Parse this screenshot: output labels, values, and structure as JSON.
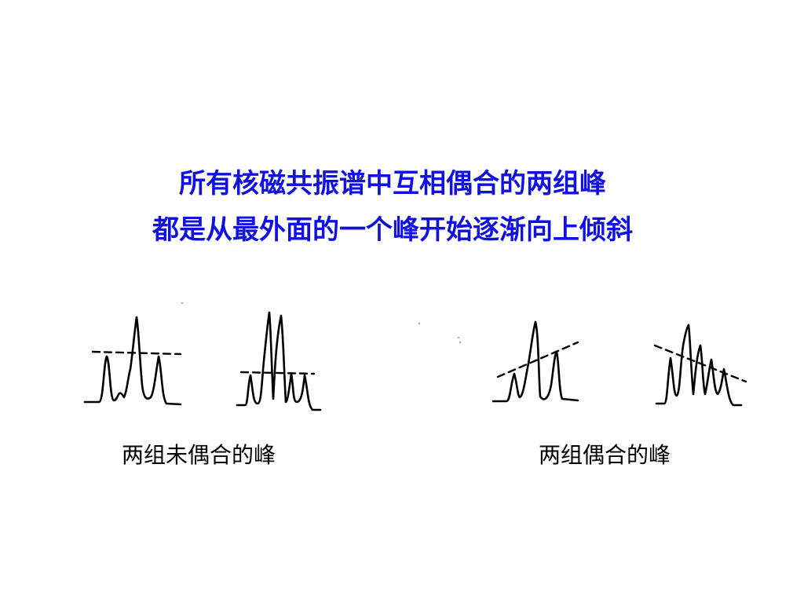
{
  "slide": {
    "title_line1": "所有核磁共振谱中互相偶合的两组峰",
    "title_line2": "都是从最外面的一个峰开始逐渐向上倾斜",
    "caption_uncoupled": "两组未偶合的峰",
    "caption_coupled": "两组偶合的峰"
  },
  "colors": {
    "title": "#1010e0",
    "ink": "#000000"
  },
  "figure": {
    "groups": [
      {
        "id": "uncoupled",
        "multiplets": [
          {
            "id": "triplet",
            "relative_intensities": [
              1,
              2,
              1
            ],
            "tilted": false
          },
          {
            "id": "quartet",
            "relative_intensities": [
              1,
              3,
              3,
              1
            ],
            "tilted": false
          }
        ]
      },
      {
        "id": "coupled",
        "multiplets": [
          {
            "id": "triplet",
            "relative_intensities": [
              1,
              2,
              1
            ],
            "tilted": true,
            "tilt_direction": "rising-right"
          },
          {
            "id": "quartet",
            "relative_intensities": [
              1,
              3,
              3,
              1
            ],
            "tilted": true,
            "tilt_direction": "rising-left"
          }
        ]
      }
    ]
  }
}
